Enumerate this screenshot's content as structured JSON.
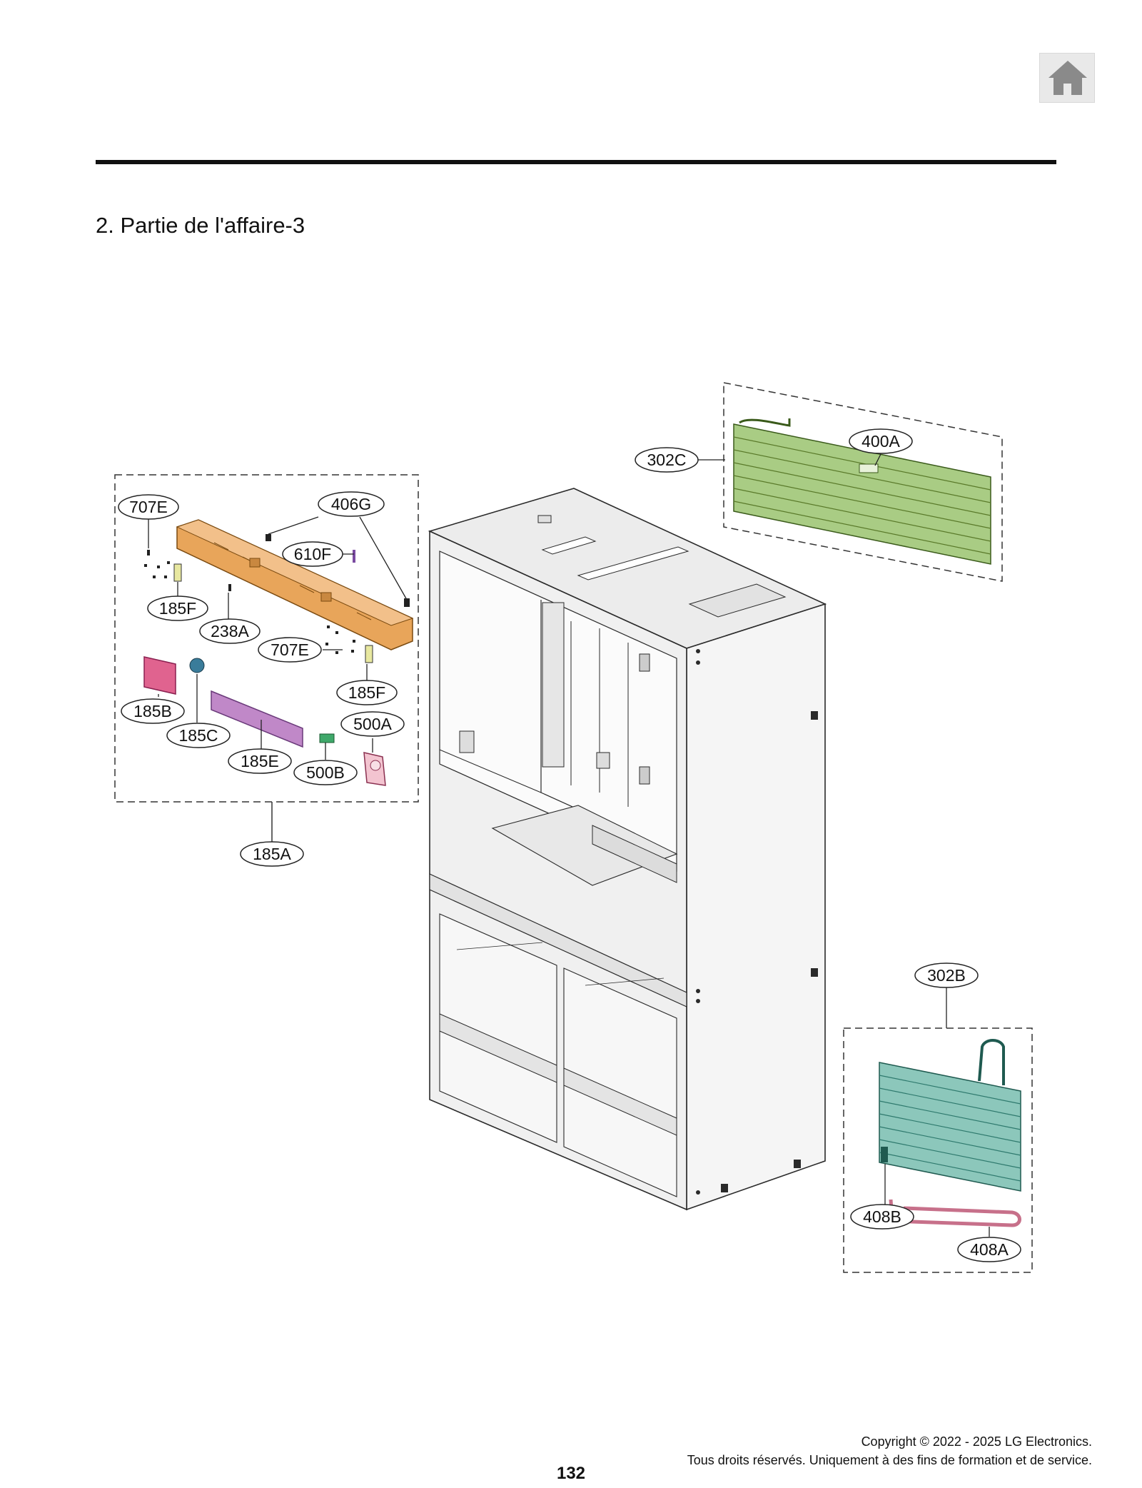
{
  "header": {
    "home_icon": "home-icon",
    "section_title": "2. Partie de l'affaire-3"
  },
  "diagram": {
    "callouts": {
      "c707E_a": "707E",
      "c406G": "406G",
      "c610F": "610F",
      "c185F_a": "185F",
      "c238A": "238A",
      "c707E_b": "707E",
      "c185F_b": "185F",
      "c185B": "185B",
      "c185C": "185C",
      "c500A": "500A",
      "c185E": "185E",
      "c500B": "500B",
      "c185A": "185A",
      "c302C": "302C",
      "c400A": "400A",
      "c302B": "302B",
      "c408B": "408B",
      "c408A": "408A"
    },
    "colors": {
      "duct": "#e8a55a",
      "condenser": "#8fb86a",
      "evaporator": "#6fb3a8",
      "heater": "#c7708a",
      "panel_pink": "#e0638f",
      "panel_purple": "#c088c8",
      "sensor_green": "#3fa86a",
      "knob": "#3a7c9a",
      "cabinet_line": "#2a2a2a",
      "cabinet_fill": "#f2f2f2"
    }
  },
  "footer": {
    "page_number": "132",
    "copyright": "Copyright © 2022 - 2025 LG Electronics.",
    "rights": "Tous droits réservés. Uniquement à des fins de formation et de service."
  }
}
